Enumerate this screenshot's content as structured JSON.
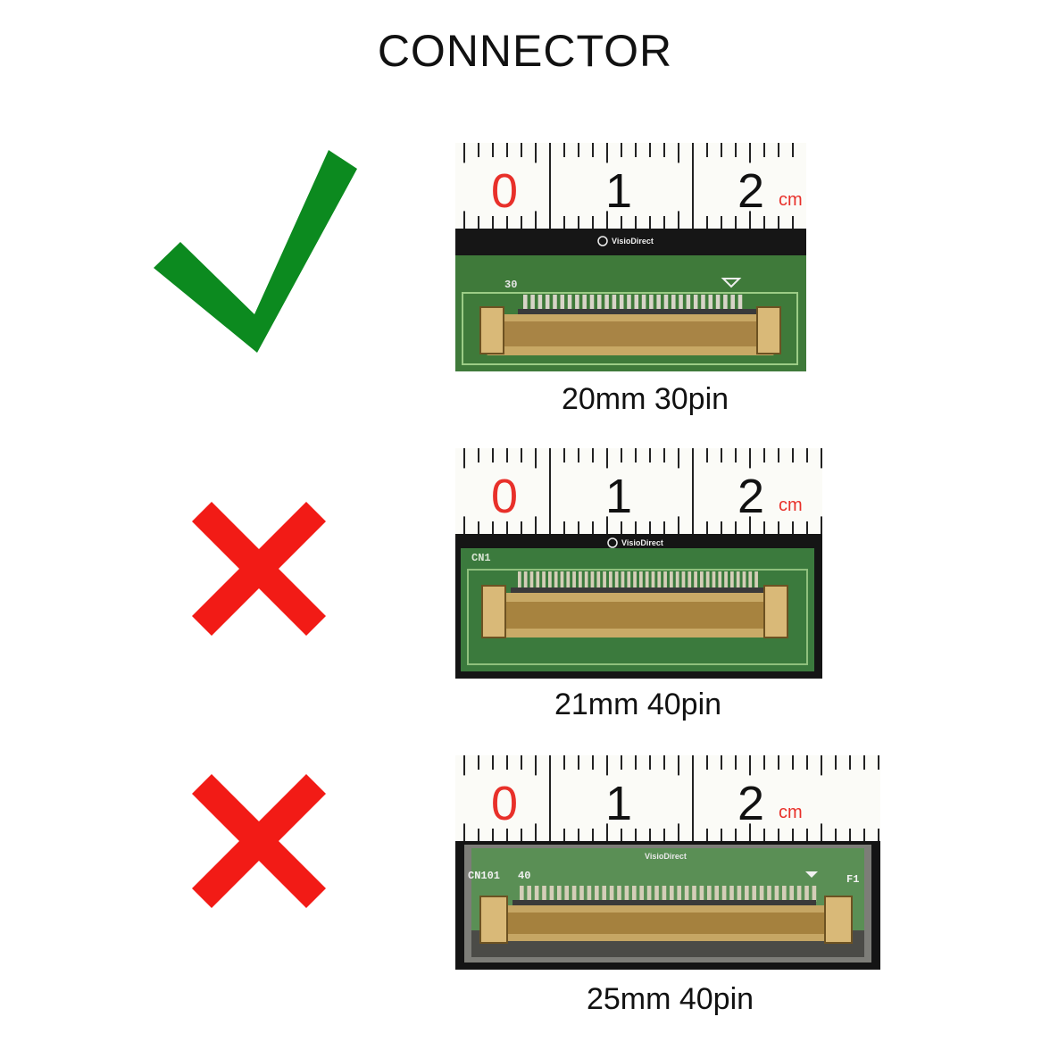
{
  "title": "CONNECTOR",
  "options": [
    {
      "status": "accepted",
      "status_icon": "check-icon",
      "status_color": "#0c8a1f",
      "caption": "20mm 30pin",
      "ruler": {
        "zero": "0",
        "one": "1",
        "two": "2",
        "unit": "cm"
      },
      "brand": "VisioDirect",
      "pcb_labels": [
        "30"
      ]
    },
    {
      "status": "rejected",
      "status_icon": "cross-icon",
      "status_color": "#f21b16",
      "caption": "21mm 40pin",
      "ruler": {
        "zero": "0",
        "one": "1",
        "two": "2",
        "unit": "cm"
      },
      "brand": "VisioDirect",
      "pcb_labels": [
        "CN1"
      ]
    },
    {
      "status": "rejected",
      "status_icon": "cross-icon",
      "status_color": "#f21b16",
      "caption": "25mm 40pin",
      "ruler": {
        "zero": "0",
        "one": "1",
        "two": "2",
        "unit": "cm"
      },
      "brand": "VisioDirect",
      "pcb_labels": [
        "CN101",
        "40",
        "F1"
      ]
    }
  ]
}
